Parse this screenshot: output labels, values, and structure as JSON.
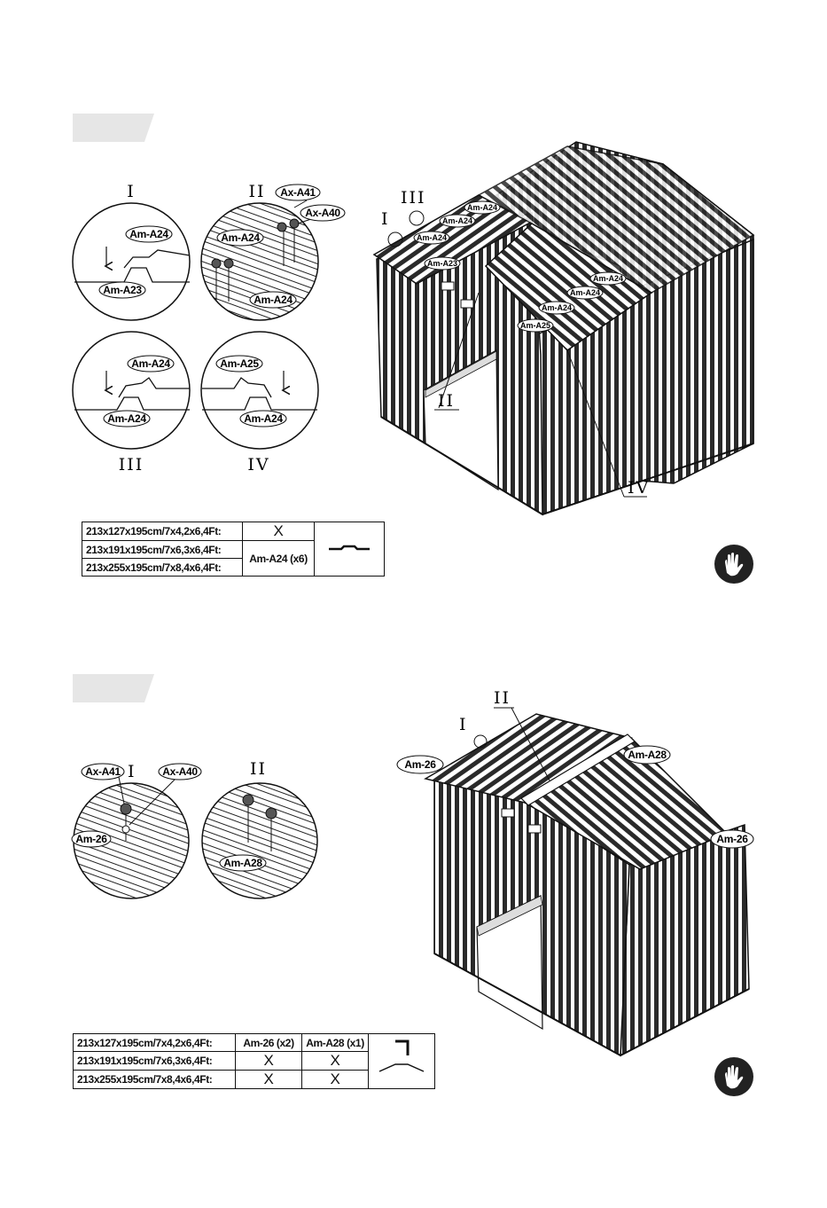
{
  "step1": {
    "roman": {
      "i": "I",
      "ii": "II",
      "iii": "III",
      "iv": "IV"
    },
    "detail_labels": {
      "c1_top": "Am-A24",
      "c1_bottom": "Am-A23",
      "c2_screw": "Ax-A41",
      "c2_washer": "Ax-A40",
      "c2_panel_left": "Am-A24",
      "c2_panel_right": "Am-A24",
      "c3_top": "Am-A24",
      "c3_bottom": "Am-A24",
      "c4_top": "Am-A25",
      "c4_bottom": "Am-A24"
    },
    "shed_labels": {
      "a": "Am-A24",
      "b": "Am-A24",
      "c": "Am-A24",
      "d": "Am-A23",
      "e": "Am-A24",
      "f": "Am-A24",
      "g": "Am-A24",
      "h": "Am-A25",
      "roman_i": "I",
      "roman_ii": "II",
      "roman_iii": "III",
      "roman_iv": "IV"
    },
    "table": {
      "rows": [
        {
          "size": "213x127x195cm/7x4,2x6,4Ft:",
          "part": "X"
        },
        {
          "size": "213x191x195cm/7x6,3x6,4Ft:",
          "part": "Am-A24 (x6)"
        },
        {
          "size": "213x255x195cm/7x8,4x6,4Ft:"
        }
      ]
    }
  },
  "step2": {
    "detail_labels": {
      "screw": "Ax-A41",
      "washer": "Ax-A40",
      "roman_i": "I",
      "roman_ii": "II",
      "c1_panel": "Am-26",
      "c2_panel": "Am-A28"
    },
    "shed_labels": {
      "roman_i": "I",
      "roman_ii": "II",
      "left": "Am-26",
      "ridge": "Am-A28",
      "right": "Am-26"
    },
    "table": {
      "headers": [
        "Am-26 (x2)",
        "Am-A28 (x1)"
      ],
      "rows": [
        {
          "size": "213x127x195cm/7x4,2x6,4Ft:",
          "a": "Am-26 (x2)",
          "b": "Am-A28 (x1)"
        },
        {
          "size": "213x191x195cm/7x6,3x6,4Ft:",
          "a": "X",
          "b": "X"
        },
        {
          "size": "213x255x195cm/7x8,4x6,4Ft:",
          "a": "X",
          "b": "X"
        }
      ]
    }
  }
}
